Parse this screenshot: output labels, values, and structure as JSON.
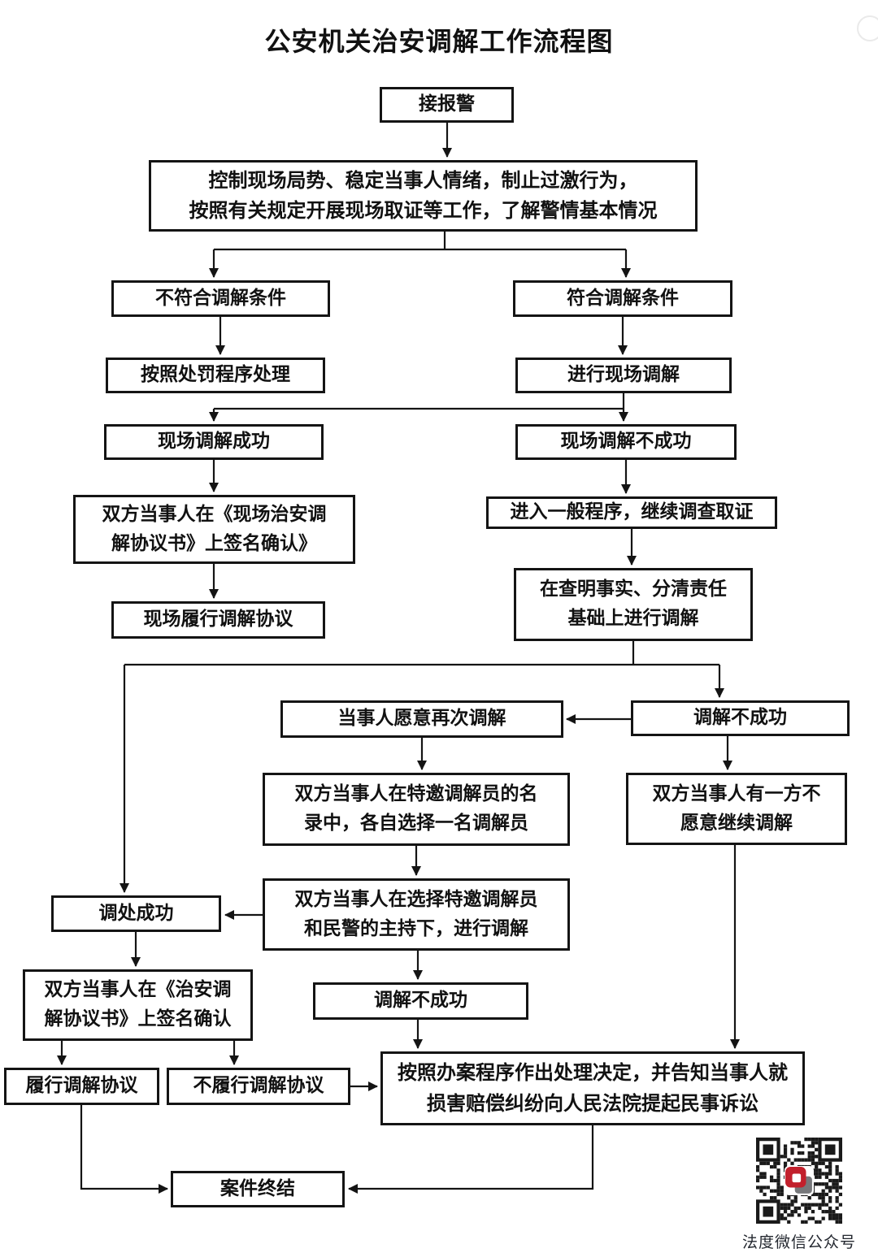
{
  "title": "公安机关治安调解工作流程图",
  "nodes": {
    "receive_alarm": {
      "label": "接报警"
    },
    "control_scene": {
      "label": "控制现场局势、稳定当事人情绪，制止过激行为，\n按照有关规定开展现场取证等工作，了解警情基本情况"
    },
    "not_eligible": {
      "label": "不符合调解条件"
    },
    "eligible": {
      "label": "符合调解条件"
    },
    "punish_procedure": {
      "label": "按照处罚程序处理"
    },
    "onsite_mediation": {
      "label": "进行现场调解"
    },
    "onsite_success": {
      "label": "现场调解成功"
    },
    "onsite_fail": {
      "label": "现场调解不成功"
    },
    "sign_onsite_agreement": {
      "label": "双方当事人在《现场治安调\n解协议书》上签名确认》"
    },
    "general_procedure": {
      "label": "进入一般程序，继续调查取证"
    },
    "verify_facts": {
      "label": "在查明事实、分清责任\n基础上进行调解"
    },
    "onsite_fulfill": {
      "label": "现场履行调解协议"
    },
    "willing_again": {
      "label": "当事人愿意再次调解"
    },
    "mediation_fail_1": {
      "label": "调解不成功"
    },
    "choose_mediators": {
      "label": "双方当事人在特邀调解员的名\n录中，各自选择一名调解员"
    },
    "one_party_refuses": {
      "label": "双方当事人有一方不\n愿意继续调解"
    },
    "mediate_hosted": {
      "label": "双方当事人在选择特邀调解员\n和民警的主持下，进行调解"
    },
    "mediation_success": {
      "label": "调处成功"
    },
    "sign_agreement": {
      "label": "双方当事人在《治安调\n解协议书》上签名确认"
    },
    "mediation_fail_2": {
      "label": "调解不成功"
    },
    "fulfill_agreement": {
      "label": "履行调解协议"
    },
    "not_fulfill_agreement": {
      "label": "不履行调解协议"
    },
    "case_decision": {
      "label": "按照办案程序作出处理决定，并告知当事人就\n损害赔偿纠纷向人民法院提起民事诉讼"
    },
    "case_closed": {
      "label": "案件终结"
    }
  },
  "footer": {
    "qr_caption": "法度微信公众号"
  },
  "colors": {
    "line": "#141414",
    "qr_module": "#1a1a1a",
    "qr_logo_red": "#c2202c",
    "qr_logo_gray": "#77787b"
  }
}
